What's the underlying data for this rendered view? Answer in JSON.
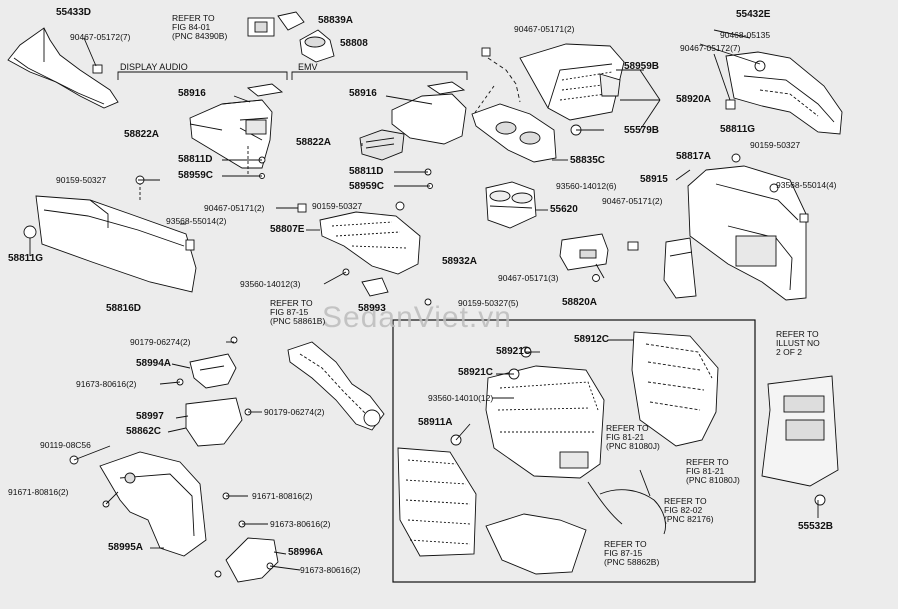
{
  "watermark": "SedanViet.vn",
  "sections": {
    "display_audio": "DISPLAY AUDIO",
    "emv": "EMV"
  },
  "refs": {
    "r_84_01": "REFER TO\nFIG 84-01\n(PNC 84390B)",
    "r_87_15_top": "REFER TO\nFIG 87-15\n(PNC 58861B)",
    "r_81_21_a": "REFER TO\nFIG 81-21\n(PNC 81080J)",
    "r_81_21_b": "REFER TO\nFIG 81-21\n(PNC 81080J)",
    "r_82_02": "REFER TO\nFIG 82-02\n(PNC 82176)",
    "r_87_15_bottom": "REFER TO\nFIG 87-15\n(PNC 58862B)",
    "r_illust": "REFER TO\nILLUST NO\n2 OF 2"
  },
  "parts": {
    "p55433D": "55433D",
    "p90467_05172_7_left": "90467-05172(7)",
    "p58839A": "58839A",
    "p58808": "58808",
    "p90467_05171_2_top": "90467-05171(2)",
    "p58959B": "58959B",
    "p58920A": "58920A",
    "p55579B": "55579B",
    "p55432E": "55432E",
    "p90468_05135": "90468-05135",
    "p90467_05172_7_right": "90467-05172(7)",
    "p58916_a": "58916",
    "p58822A_a": "58822A",
    "p58811D_a": "58811D",
    "p58959C_a": "58959C",
    "p58916_b": "58916",
    "p58822A_b": "58822A",
    "p58811D_b": "58811D",
    "p58959C_b": "58959C",
    "p58835C": "58835C",
    "p58811G_right": "58811G",
    "p90159_50327_right": "90159-50327",
    "p58817A": "58817A",
    "p58915": "58915",
    "p93568_55014_4": "93568-55014(4)",
    "p90467_05171_2_right": "90467-05171(2)",
    "p90159_50327_left": "90159-50327",
    "p93568_55014_2": "93568-55014(2)",
    "p90467_05171_2_mid": "90467-05171(2)",
    "p90159_50327_mid": "90159-50327",
    "p93560_14012_6": "93560-14012(6)",
    "p55620": "55620",
    "p58811G_left": "58811G",
    "p58807E": "58807E",
    "p58932A": "58932A",
    "p90467_05171_3": "90467-05171(3)",
    "p93560_14012_3": "93560-14012(3)",
    "p90159_50327_5": "90159-50327(5)",
    "p58820A": "58820A",
    "p58816D": "58816D",
    "p58993": "58993",
    "p90179_06274_2_a": "90179-06274(2)",
    "p58994A": "58994A",
    "p91673_80616_2_a": "91673-80616(2)",
    "p58997": "58997",
    "p58862C": "58862C",
    "p90179_06274_2_b": "90179-06274(2)",
    "p90119_08C56": "90119-08C56",
    "p91671_80816_2_left": "91671-80816(2)",
    "p91671_80816_2_right": "91671-80816(2)",
    "p91673_80616_2_b": "91673-80616(2)",
    "p58995A": "58995A",
    "p58996A": "58996A",
    "p91673_80616_2_c": "91673-80616(2)",
    "p58921C_a": "58921C",
    "p58912C": "58912C",
    "p58921C_b": "58921C",
    "p93560_14010_12": "93560-14010(12)",
    "p58911A": "58911A",
    "p55532B": "55532B"
  }
}
